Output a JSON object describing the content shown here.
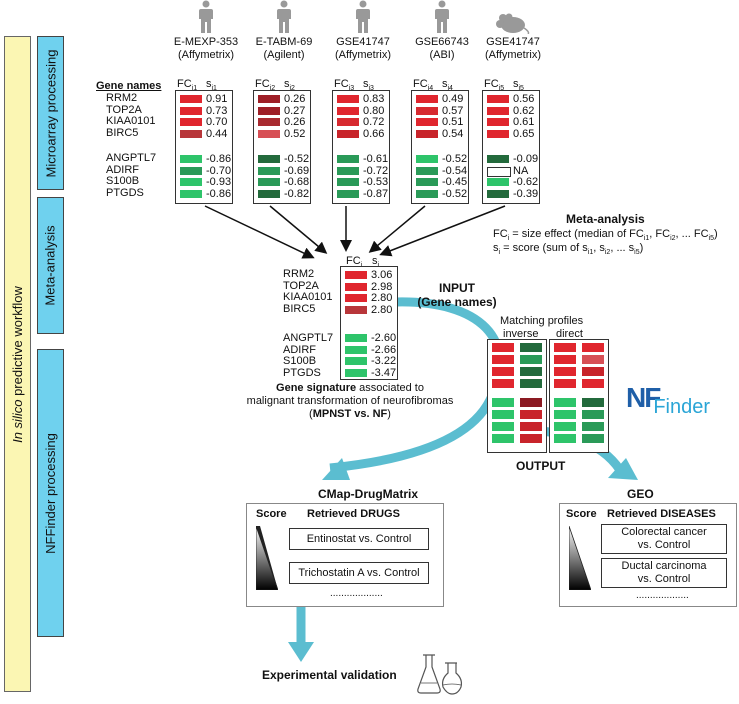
{
  "workflow": {
    "title_prefix": "In silico",
    "title_suffix": " predictive workflow",
    "stages": [
      "Microarray processing",
      "Meta-analysis",
      "NFFinder processing"
    ]
  },
  "datasets": [
    {
      "id": "E-MEXP-353",
      "platform": "(Affymetrix)",
      "organism": "human",
      "fc_label": "FC",
      "fc_sub": "i1",
      "s_label": "s",
      "s_sub": "i1",
      "up": [
        "0.91",
        "0.73",
        "0.70",
        "0.44"
      ],
      "down": [
        "-0.86",
        "-0.70",
        "-0.93",
        "-0.86"
      ],
      "up_colors": [
        "#e0262e",
        "#e0262e",
        "#e0262e",
        "#b8363a"
      ],
      "down_colors": [
        "#2ec46a",
        "#2a9a58",
        "#2ec46a",
        "#2ec46a"
      ]
    },
    {
      "id": "E-TABM-69",
      "platform": "(Agilent)",
      "organism": "human",
      "fc_label": "FC",
      "fc_sub": "i2",
      "s_label": "s",
      "s_sub": "i2",
      "up": [
        "0.26",
        "0.27",
        "0.26",
        "0.52"
      ],
      "down": [
        "-0.52",
        "-0.69",
        "-0.68",
        "-0.82"
      ],
      "up_colors": [
        "#9e1f27",
        "#9e1f27",
        "#a82a30",
        "#d74f55"
      ],
      "down_colors": [
        "#236a3c",
        "#2a9a58",
        "#2a9a58",
        "#236a3c"
      ]
    },
    {
      "id": "GSE41747",
      "platform": "(Affymetrix)",
      "organism": "human",
      "fc_label": "FC",
      "fc_sub": "i3",
      "s_label": "s",
      "s_sub": "i3",
      "up": [
        "0.83",
        "0.80",
        "0.72",
        "0.66"
      ],
      "down": [
        "-0.61",
        "-0.72",
        "-0.53",
        "-0.87"
      ],
      "up_colors": [
        "#e0262e",
        "#e0262e",
        "#d72a30",
        "#c8242a"
      ],
      "down_colors": [
        "#2a9a58",
        "#2a9a58",
        "#2a9a58",
        "#2a9a58"
      ]
    },
    {
      "id": "GSE66743",
      "platform": "(ABI)",
      "organism": "human",
      "fc_label": "FC",
      "fc_sub": "i4",
      "s_label": "s",
      "s_sub": "i4",
      "up": [
        "0.49",
        "0.57",
        "0.51",
        "0.54"
      ],
      "down": [
        "-0.52",
        "-0.54",
        "-0.45",
        "-0.52"
      ],
      "up_colors": [
        "#e0262e",
        "#d72a30",
        "#e0262e",
        "#c8242a"
      ],
      "down_colors": [
        "#2ec46a",
        "#2a9a58",
        "#2a9a58",
        "#2a9a58"
      ]
    },
    {
      "id": "GSE41747",
      "platform": "(Affymetrix)",
      "organism": "mouse",
      "fc_label": "FC",
      "fc_sub": "i5",
      "s_label": "s",
      "s_sub": "i5",
      "up": [
        "0.56",
        "0.62",
        "0.61",
        "0.65"
      ],
      "down": [
        "-0.09",
        "NA",
        "-0.62",
        "-0.39"
      ],
      "up_colors": [
        "#e0262e",
        "#e0262e",
        "#e0262e",
        "#e0262e"
      ],
      "down_colors": [
        "#236a3c",
        "#ffffff",
        "#2ec46a",
        "#236a3c"
      ]
    }
  ],
  "gene_names_label": "Gene names",
  "genes_up": [
    "RRM2",
    "TOP2A",
    "KIAA0101",
    "BIRC5"
  ],
  "genes_down": [
    "ANGPTL7",
    "ADIRF",
    "S100B",
    "PTGDS"
  ],
  "meta": {
    "title": "Meta-analysis",
    "line1_prefix": "FC",
    "line1_sub": "i",
    "line1_text": " = size effect (median of FC",
    "line1_s1": "i1",
    "line1_mid": ", FC",
    "line1_s2": "i2",
    "line1_end": ", ... FC",
    "line1_s3": "i5",
    "line1_close": ")",
    "line2_prefix": "s",
    "line2_sub": "i",
    "line2_text": " = score (sum of s",
    "line2_s1": "i1",
    "line2_mid": ", s",
    "line2_s2": "i2",
    "line2_end": ", ... s",
    "line2_s3": "i5",
    "line2_close": ")"
  },
  "signature": {
    "fc_label": "FC",
    "fc_sub": "i",
    "s_label": "s",
    "s_sub": "i",
    "up": [
      "3.06",
      "2.98",
      "2.80",
      "2.80"
    ],
    "down": [
      "-2.60",
      "-2.66",
      "-3.22",
      "-3.47"
    ],
    "up_colors": [
      "#e0262e",
      "#e0262e",
      "#e0262e",
      "#b8363a"
    ],
    "down_colors": [
      "#2ec46a",
      "#2ec46a",
      "#2ec46a",
      "#2ec46a"
    ],
    "caption_bold": "Gene signature",
    "caption_rest": " associated to",
    "caption_line2": "malignant transformation of neurofibromas",
    "caption_open": "(",
    "caption_bold2": "MPNST vs. NF",
    "caption_close": ")"
  },
  "input_label": "INPUT",
  "input_sub": "(Gene names)",
  "output_label": "OUTPUT",
  "matching": {
    "title": "Matching profiles",
    "inverse": "inverse",
    "direct": "direct"
  },
  "nffinder": {
    "nf": "NF",
    "finder": "Finder"
  },
  "cmap": {
    "title": "CMap-DrugMatrix",
    "score": "Score",
    "header": "Retrieved DRUGS",
    "items": [
      "Entinostat vs. Control",
      "Trichostatin A vs. Control"
    ],
    "more": "..................."
  },
  "geo": {
    "title": "GEO",
    "score": "Score",
    "header": "Retrieved DISEASES",
    "items": [
      "Colorectal cancer vs. Control",
      "Ductal carcinoma vs. Control"
    ],
    "more": "..................."
  },
  "validation": "Experimental validation",
  "colors": {
    "accent": "#5bbdd0",
    "stage_bg": "#6fd1ee",
    "workflow_bg": "#fbf6b3"
  }
}
